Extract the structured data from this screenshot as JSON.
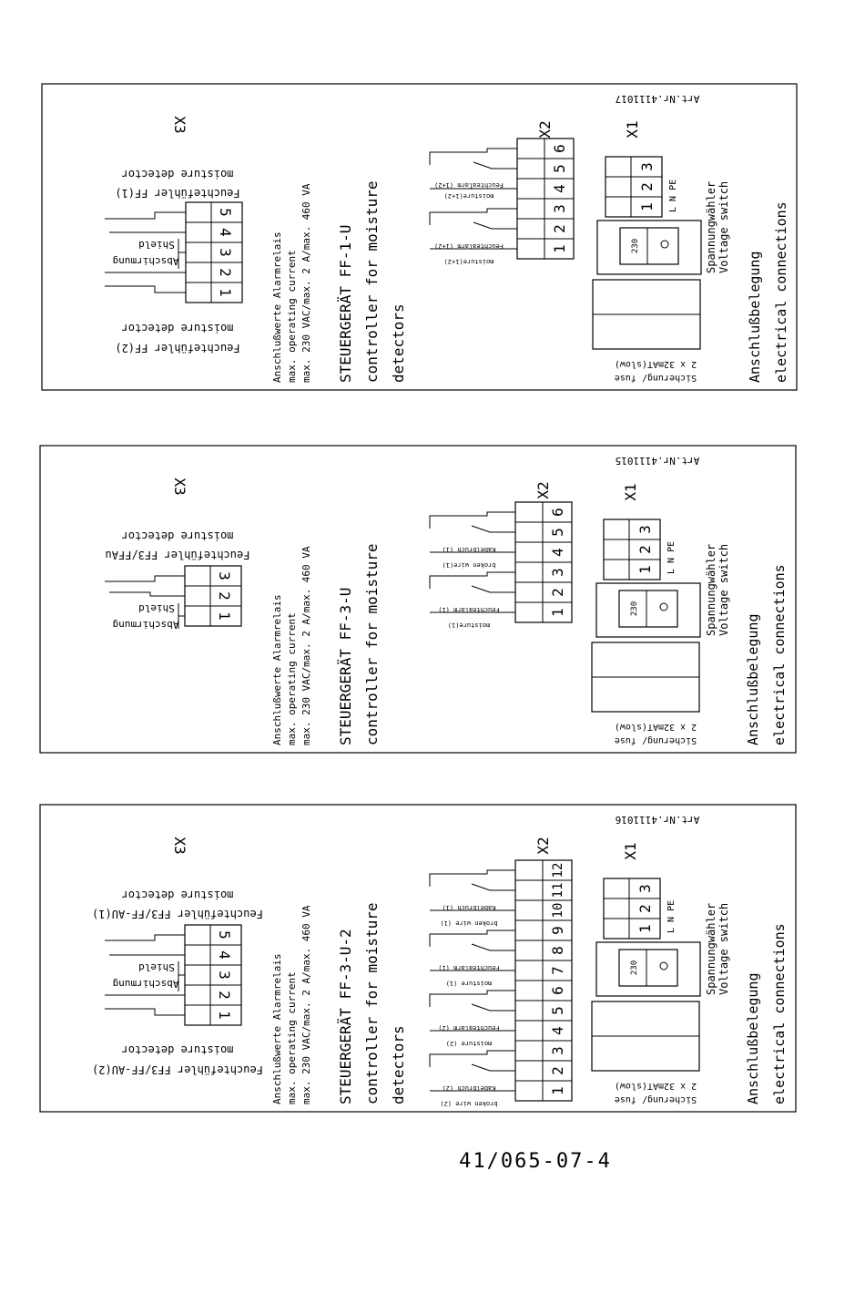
{
  "doc_number": "41/065-07-4",
  "panels": [
    {
      "id": "p1",
      "model": "STEUERGERÄT FF-1-U",
      "model_en_1": "controller for moisture",
      "model_en_2": "detectors",
      "art_nr": "Art.Nr.4111017",
      "rating_1": "Anschlußwerte Alarmrelais",
      "rating_2": "max. operating current",
      "rating_3": "max. 230 VAC/max. 2 A/max. 460 VA",
      "x3_label": "X3",
      "x3_pins": [
        "1",
        "2",
        "3",
        "4",
        "5"
      ],
      "det1_de": "Feuchtefühler FF(1)",
      "det1_en": "moisture detector",
      "det2_de": "Feuchtefühler FF(2)",
      "det2_en": "moisture detector",
      "shield_de": "Abschirmung",
      "shield_en": "Shield",
      "x2_label": "X2",
      "x2_pins": [
        "1",
        "2",
        "3",
        "4",
        "5",
        "6"
      ],
      "x2_signals": [
        "moisture(1+2)",
        "Feuchtealarm (1+2)",
        "moisture(1+2)",
        "Feuchtealarm (1+2)"
      ],
      "x1_label": "X1",
      "x1_pins": [
        "1",
        "2",
        "3"
      ],
      "x1_sub": "L N PE",
      "voltage_value": "230",
      "switch_de": "Spannungwähler",
      "switch_en": "Voltage switch",
      "fuse_1": "Sicherung/ fuse",
      "fuse_2": "2 x 32mAT(slow)",
      "conn_de": "Anschlußbelegung",
      "conn_en": "electrical connections"
    },
    {
      "id": "p2",
      "model": "STEUERGERÄT FF-3-U",
      "model_en_1": "controller for moisture",
      "model_en_2": "",
      "art_nr": "Art.Nr.4111015",
      "rating_1": "Anschlußwerte Alarmrelais",
      "rating_2": "max. operating current",
      "rating_3": "max. 230 VAC/max. 2 A/max. 460 VA",
      "x3_label": "X3",
      "x3_pins": [
        "1",
        "2",
        "3"
      ],
      "det1_de": "Feuchtefühler FF3/FFAu",
      "det1_en": "moisture detector",
      "det2_de": "",
      "det2_en": "",
      "shield_de": "Abschirmung",
      "shield_en": "Shield",
      "x2_label": "X2",
      "x2_pins": [
        "1",
        "2",
        "3",
        "4",
        "5",
        "6"
      ],
      "x2_signals": [
        "moisture(1)",
        "Feuchtealarm (1)",
        "broken wire(1)",
        "Kabelbruch (1)"
      ],
      "x1_label": "X1",
      "x1_pins": [
        "1",
        "2",
        "3"
      ],
      "x1_sub": "L N PE",
      "voltage_value": "230",
      "switch_de": "Spannungwähler",
      "switch_en": "Voltage switch",
      "fuse_1": "Sicherung/ fuse",
      "fuse_2": "2 x 32mAT(slow)",
      "conn_de": "Anschlußbelegung",
      "conn_en": "electrical connections"
    },
    {
      "id": "p3",
      "model": "STEUERGERÄT FF-3-U-2",
      "model_en_1": "controller for moisture",
      "model_en_2": "detectors",
      "art_nr": "Art.Nr.4111016",
      "rating_1": "Anschlußwerte Alarmrelais",
      "rating_2": "max. operating current",
      "rating_3": "max. 230 VAC/max. 2 A/max. 460 VA",
      "x3_label": "X3",
      "x3_pins": [
        "1",
        "2",
        "3",
        "4",
        "5"
      ],
      "det1_de": "Feuchtefühler FF3/FF-AU(1)",
      "det1_en": "moisture detector",
      "det2_de": "Feuchtefühler FF3/FF-AU(2)",
      "det2_en": "moisture detector",
      "shield_de": "Abschirmung",
      "shield_en": "Shield",
      "x2_label": "X2",
      "x2_pins": [
        "1",
        "2",
        "3",
        "4",
        "5",
        "6",
        "7",
        "8",
        "9",
        "10",
        "11",
        "12"
      ],
      "x2_signals": [
        "broken wire (2)",
        "Kabelbruch (2)",
        "moisture (2)",
        "Feuchtealarm (2)",
        "moisture (1)",
        "Feuchtealarm (1)",
        "broken wire (1)",
        "Kabelbruch (1)"
      ],
      "x1_label": "X1",
      "x1_pins": [
        "1",
        "2",
        "3"
      ],
      "x1_sub": "L N PE",
      "voltage_value": "230",
      "switch_de": "Spannungwähler",
      "switch_en": "Voltage switch",
      "fuse_1": "Sicherung/ fuse",
      "fuse_2": "2 x 32mAT(slow)",
      "conn_de": "Anschlußbelegung",
      "conn_en": "electrical connections"
    }
  ]
}
